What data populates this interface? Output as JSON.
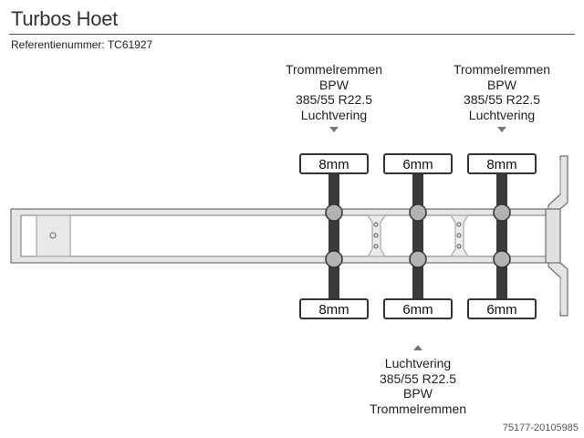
{
  "header": {
    "title": "Turbos Hoet",
    "reference": "Referentienummer: TC61927"
  },
  "footer": {
    "listing_id": "75177-20105985"
  },
  "axle_groups": [
    {
      "position": "top-left",
      "lines": [
        "Trommelremmen",
        "BPW",
        "385/55 R22.5",
        "Luchtvering"
      ]
    },
    {
      "position": "top-right",
      "lines": [
        "Trommelremmen",
        "BPW",
        "385/55 R22.5",
        "Luchtvering"
      ]
    },
    {
      "position": "bottom-middle",
      "lines": [
        "Luchtvering",
        "385/55 R22.5",
        "BPW",
        "Trommelremmen"
      ]
    }
  ],
  "axles": [
    {
      "top_tread": "8mm",
      "bottom_tread": "8mm"
    },
    {
      "top_tread": "6mm",
      "bottom_tread": "6mm"
    },
    {
      "top_tread": "8mm",
      "bottom_tread": "6mm"
    }
  ],
  "colors": {
    "axle": "#3a3a3a",
    "hub": "#b0b0b0",
    "frame": "#e4e4e4",
    "outline": "#444444"
  }
}
